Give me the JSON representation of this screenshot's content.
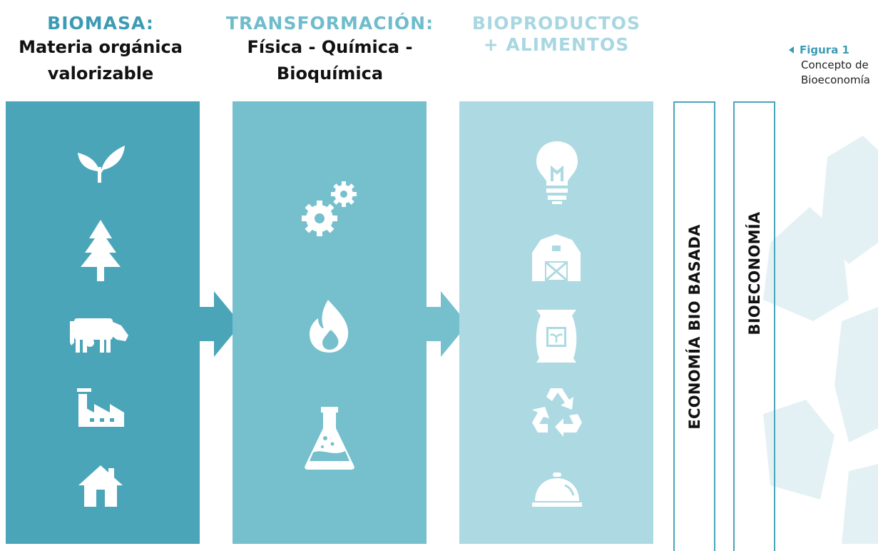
{
  "headers": [
    {
      "kicker": "BIOMASA:",
      "line1": "Materia orgánica",
      "line2": "valorizable"
    },
    {
      "kicker": "TRANSFORMACIÓN:",
      "line1": "Física - Química -",
      "line2": "Bioquímica"
    },
    {
      "kicker": "BIOPRODUCTOS",
      "line1": "+ ALIMENTOS"
    }
  ],
  "bands": [
    "ECONOMÍA BIO BASADA",
    "BIOECONOMÍA"
  ],
  "figure": {
    "label": "Figura 1",
    "caption_line1": "Concepto de",
    "caption_line2": "Bioeconomía"
  },
  "colors": {
    "biomasa": "#4aa5b9",
    "transformacion": "#76bfcd",
    "bioproductos": "#acd9e2",
    "accent": "#3c9bb4"
  },
  "icons": {
    "biomasa": [
      "sprout-icon",
      "tree-icon",
      "cow-icon",
      "factory-icon",
      "house-icon"
    ],
    "transformacion": [
      "gears-icon",
      "flame-icon",
      "flask-icon"
    ],
    "bioproductos": [
      "lightbulb-icon",
      "barn-icon",
      "seed-bag-icon",
      "recycle-icon",
      "food-cloche-icon"
    ]
  }
}
